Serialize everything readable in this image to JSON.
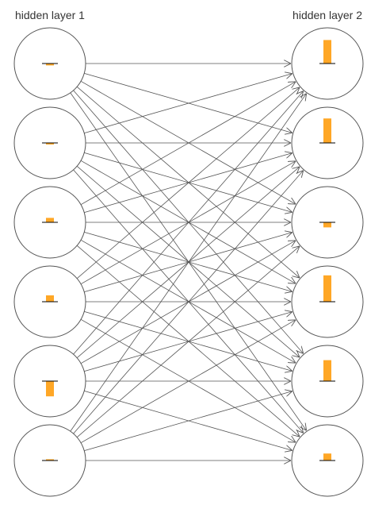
{
  "titles": {
    "left": "hidden layer 1",
    "right": "hidden layer 2"
  },
  "colors": {
    "node_fill": "#ffffff",
    "node_stroke": "#555555",
    "edge": "#555555",
    "bar": "#ffa726",
    "baseline": "#000000",
    "text": "#333333"
  },
  "layers": [
    {
      "name": "hidden layer 1",
      "activations": [
        -0.06,
        -0.05,
        0.14,
        0.2,
        -0.48,
        0.04
      ]
    },
    {
      "name": "hidden layer 2",
      "activations": [
        0.74,
        0.77,
        -0.16,
        0.83,
        0.66,
        0.22
      ]
    }
  ],
  "edges": "all-to-all"
}
